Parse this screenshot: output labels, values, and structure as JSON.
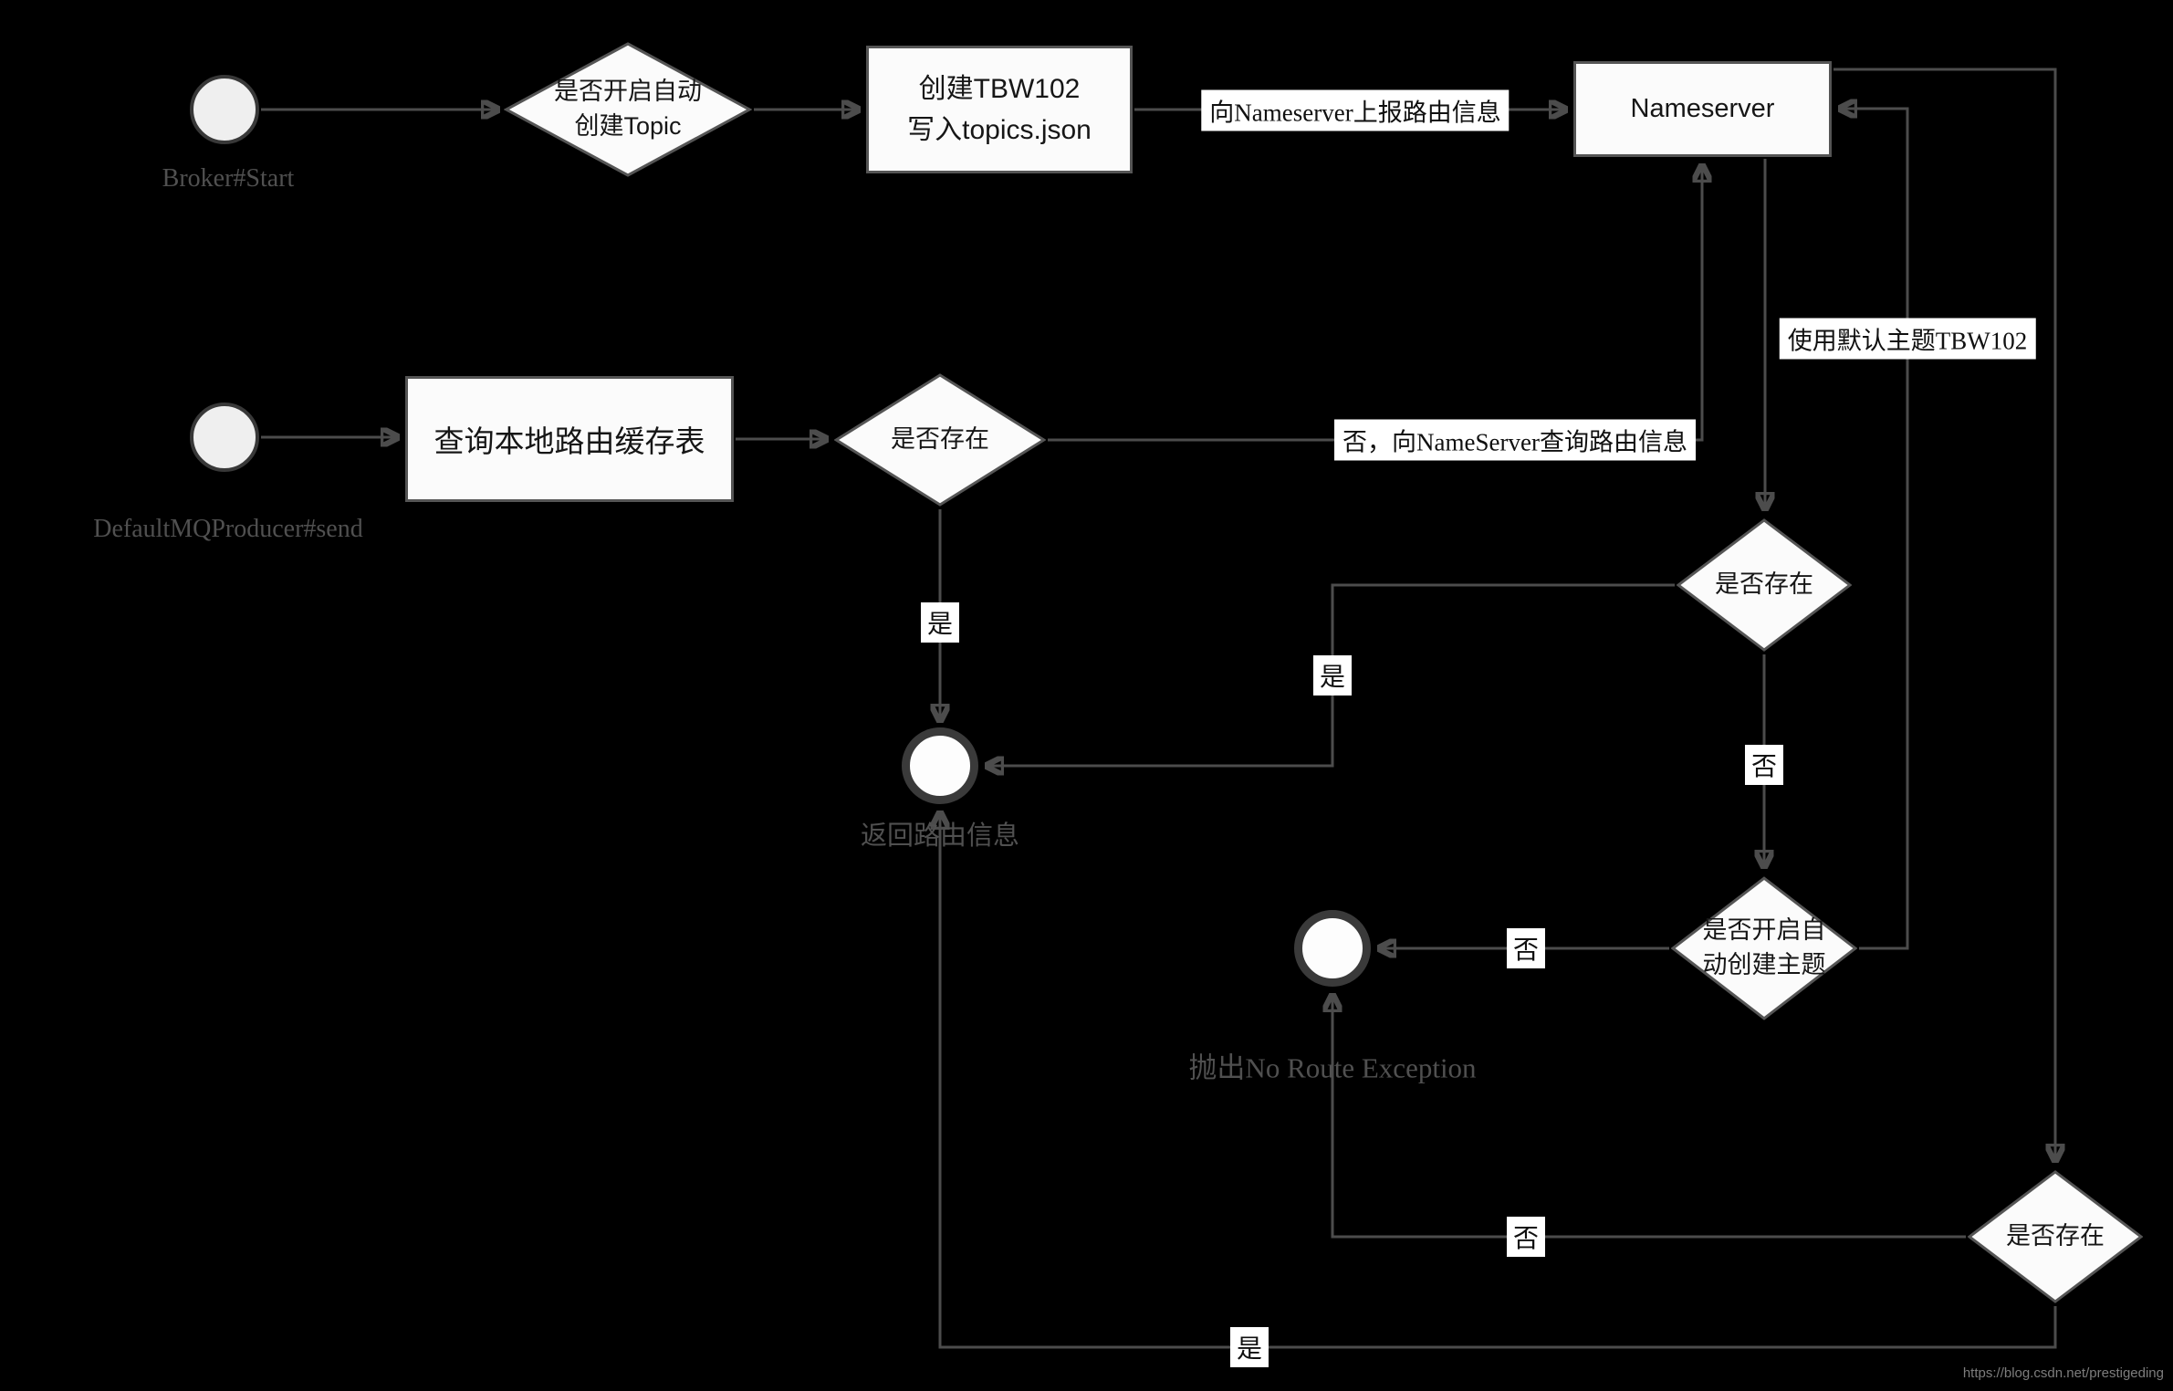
{
  "watermark": "https://blog.csdn.net/prestigeding",
  "nodes": {
    "broker_start": {
      "label": "Broker#Start",
      "shape": "start-circle"
    },
    "auto_create_topic": {
      "label": "是否开启自动\n创建Topic",
      "shape": "diamond"
    },
    "create_tbw102": {
      "label": "创建TBW102\n写入topics.json",
      "shape": "rect"
    },
    "nameserver": {
      "label": "Nameserver",
      "shape": "rect"
    },
    "producer_send": {
      "label": "DefaultMQProducer#send",
      "shape": "start-circle"
    },
    "query_local_cache": {
      "label": "查询本地路由缓存表",
      "shape": "rect"
    },
    "local_exists": {
      "label": "是否存在",
      "shape": "diamond"
    },
    "return_route": {
      "label": "返回路由信息",
      "shape": "end-circle"
    },
    "ns_exists": {
      "label": "是否存在",
      "shape": "diamond"
    },
    "auto_create_enabled": {
      "label": "是否开启自\n动创建主题",
      "shape": "diamond"
    },
    "no_route_exception": {
      "label": "抛出No Route Exception",
      "shape": "end-circle"
    },
    "default_exists": {
      "label": "是否存在",
      "shape": "diamond"
    }
  },
  "edges": {
    "report_route": {
      "label": "向Nameserver上报路由信息"
    },
    "query_ns": {
      "label": "否，向NameServer查询路由信息"
    },
    "use_default_topic": {
      "label": "使用默认主题TBW102"
    },
    "local_yes": {
      "label": "是"
    },
    "ns_yes": {
      "label": "是"
    },
    "ns_no": {
      "label": "否"
    },
    "auto_no": {
      "label": "否"
    },
    "default_no": {
      "label": "否"
    },
    "default_yes": {
      "label": "是"
    }
  },
  "colors": {
    "background": "#000000",
    "node_fill": "#fbfbfb",
    "node_border": "#555555",
    "connector": "#4c4c4c",
    "caption_text": "#505050"
  }
}
